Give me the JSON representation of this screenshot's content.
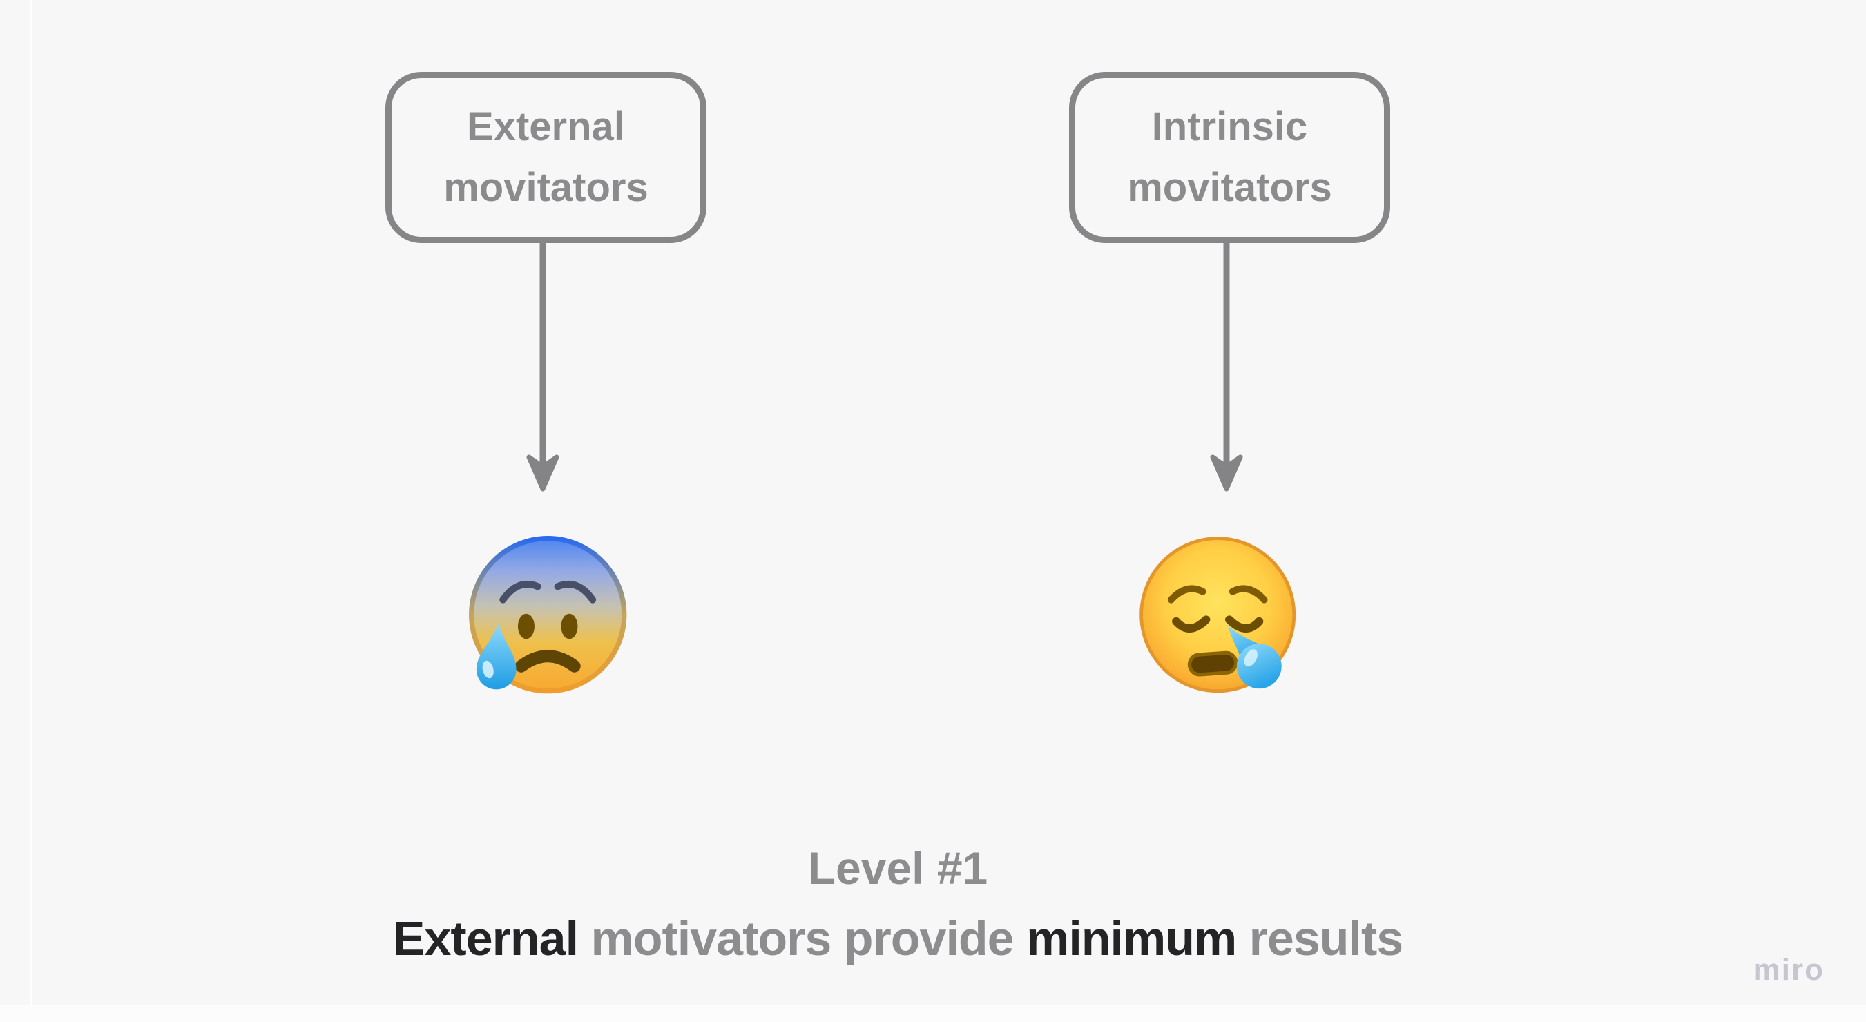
{
  "board": {
    "tool_watermark": "miro"
  },
  "colors": {
    "background": "#f7f7f8",
    "shape_stroke": "#868689",
    "shape_text": "#8b8b8e",
    "connector_gray": "#848487",
    "caption_gray": "#8d8d8f",
    "caption_dark": "#242426",
    "watermark_gray": "#c6c6d0",
    "sweat_drop_blue": "#2aa5e8",
    "emoji_yellow": "#ffc840"
  },
  "shapes": {
    "boxes": [
      {
        "label": "External\nmovitators"
      },
      {
        "label": "Intrinsic\nmovitators"
      }
    ],
    "connectors": [
      {
        "name": "arrow-down-from-external-box"
      },
      {
        "name": "arrow-down-from-intrinsic-box"
      }
    ],
    "emojis": [
      {
        "name": "anxious-face-with-cold-sweat"
      },
      {
        "name": "sleepy-face"
      }
    ]
  },
  "caption": {
    "line1": "Level #1",
    "line2": [
      {
        "text": "External",
        "tone": "dark"
      },
      {
        "text": " motivators provide ",
        "tone": "gray"
      },
      {
        "text": "minimum",
        "tone": "dark"
      },
      {
        "text": " results",
        "tone": "gray"
      }
    ]
  }
}
